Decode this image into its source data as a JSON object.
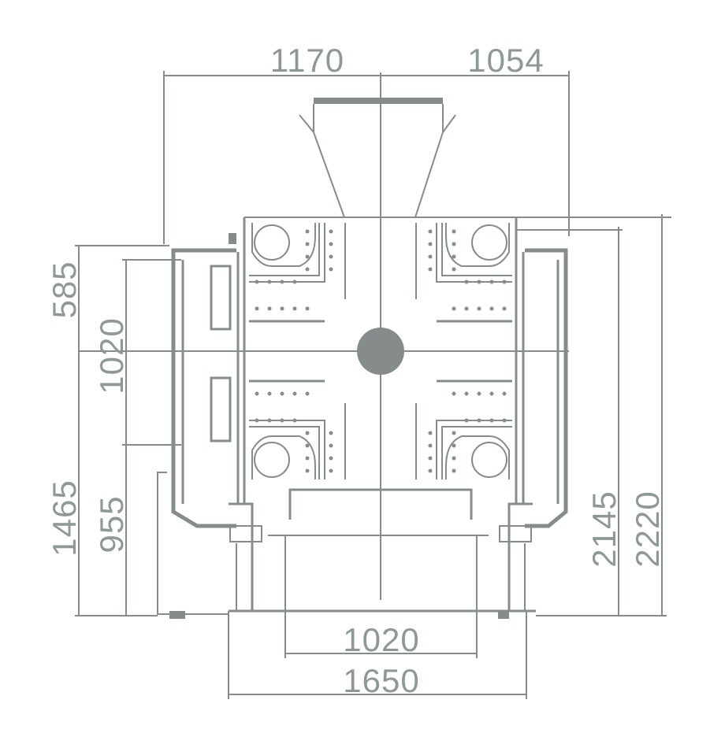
{
  "drawing": {
    "line_color": "#868c8c",
    "text_color": "#8e9898",
    "dimensions": {
      "top_left_width": "1170",
      "top_right_width": "1054",
      "left_upper_height": "585",
      "left_lower_height": "1465",
      "left_inner_upper": "1020",
      "left_inner_lower": "955",
      "right_inner_height": "2145",
      "right_outer_height": "2220",
      "bottom_inner_width": "1020",
      "bottom_outer_width": "1650"
    }
  }
}
